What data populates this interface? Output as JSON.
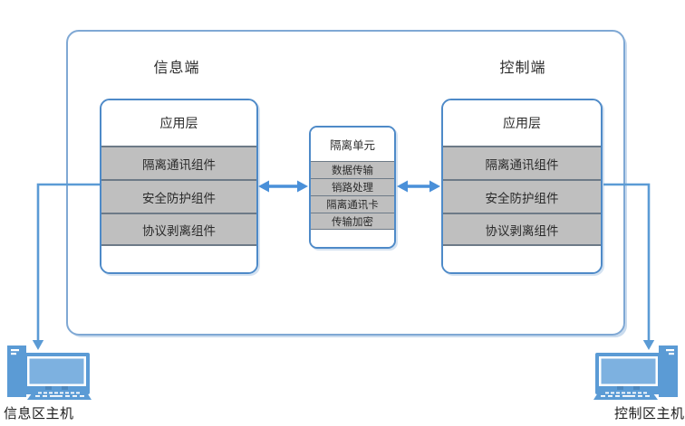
{
  "diagram": {
    "info_side": {
      "title": "信息端",
      "box": {
        "header": "应用层",
        "rows": [
          "隔离通讯组件",
          "安全防护组件",
          "协议剥离组件"
        ]
      }
    },
    "control_side": {
      "title": "控制端",
      "box": {
        "header": "应用层",
        "rows": [
          "隔离通讯组件",
          "安全防护组件",
          "协议剥离组件"
        ]
      }
    },
    "isolation_unit": {
      "header": "隔离单元",
      "rows": [
        "数据传输",
        "销路处理",
        "隔离通讯卡",
        "传输加密"
      ]
    },
    "hosts": {
      "info_label": "信息区主机",
      "control_label": "控制区主机"
    },
    "colors": {
      "box_border": "#4e8ac8",
      "outer_border": "#7fa8d4",
      "row_fill": "#bfbfbf",
      "row_border": "#6d7a87",
      "arrow": "#4a90d9",
      "connector": "#5b9bd5",
      "icon_blue": "#5b9bd5",
      "icon_screen": "#7db1e0"
    }
  }
}
